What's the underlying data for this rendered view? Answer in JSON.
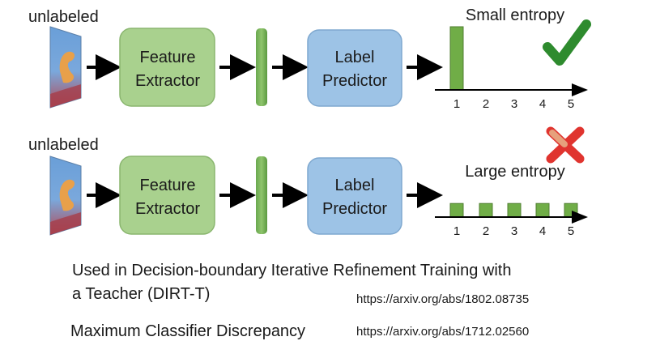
{
  "rows": [
    {
      "input_label": "unlabeled",
      "feature_extractor": [
        "Feature",
        "Extractor"
      ],
      "label_predictor": [
        "Label",
        "Predictor"
      ],
      "entropy_label": "Small entropy",
      "result_icon": "check-mark-icon",
      "bar_values": [
        1,
        0,
        0,
        0,
        0
      ]
    },
    {
      "input_label": "unlabeled",
      "feature_extractor": [
        "Feature",
        "Extractor"
      ],
      "label_predictor": [
        "Label",
        "Predictor"
      ],
      "entropy_label": "Large entropy",
      "result_icon": "cross-mark-icon",
      "bar_values": [
        0.2,
        0.2,
        0.2,
        0.2,
        0.2
      ]
    }
  ],
  "class_ticks": [
    "1",
    "2",
    "3",
    "4",
    "5"
  ],
  "notes": {
    "dirt_line1": "Used in Decision-boundary Iterative Refinement Training with",
    "dirt_line2": "a Teacher (DIRT-T)",
    "dirt_url": "https://arxiv.org/abs/1802.08735",
    "mcd": "Maximum Classifier Discrepancy",
    "mcd_url": "https://arxiv.org/abs/1712.02560"
  },
  "colors": {
    "feature_box": "#a9d18e",
    "predictor_box": "#9dc3e6",
    "bar": "#70ad47",
    "check": "#2e8b2e",
    "cross": "#e0342f"
  }
}
